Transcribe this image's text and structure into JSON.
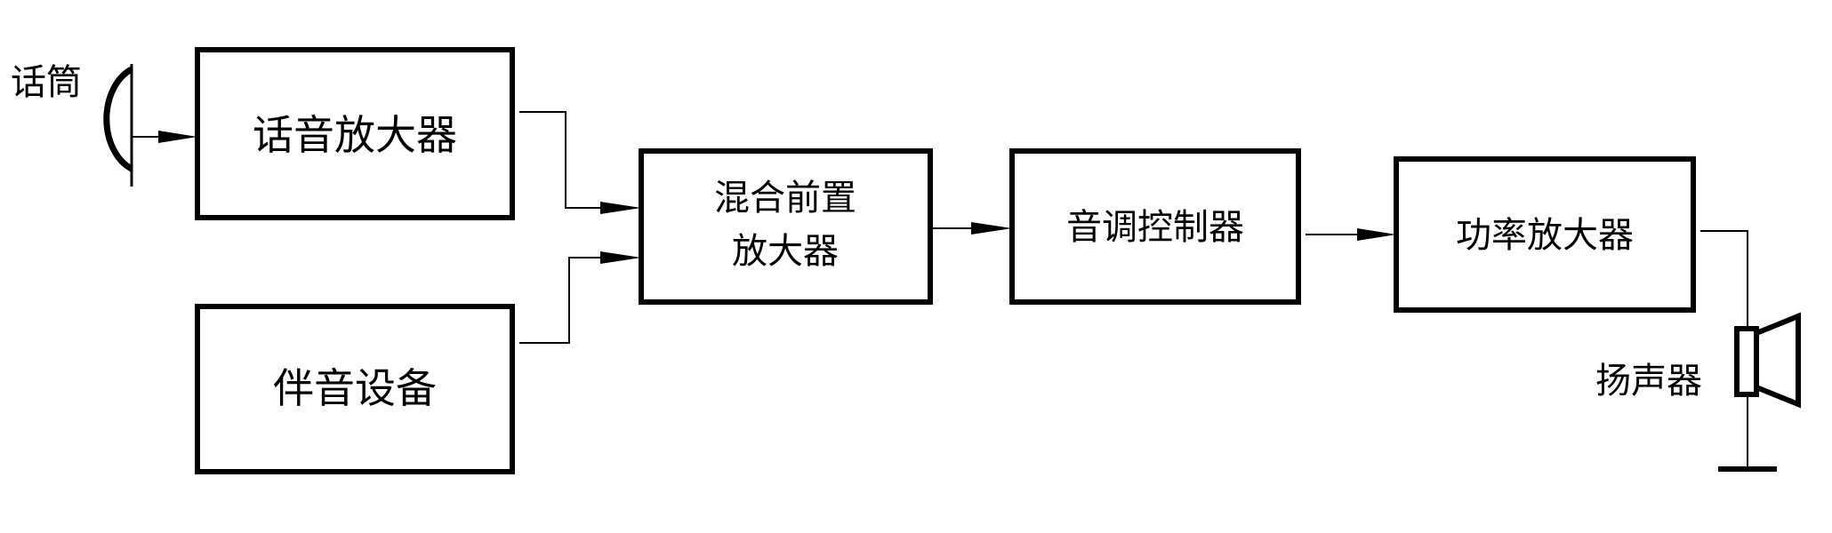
{
  "blocks": {
    "voice_amp": "话音放大器",
    "accompaniment": "伴音设备",
    "mixer_line1": "混合前置",
    "mixer_line2": "放大器",
    "tone_control": "音调控制器",
    "power_amp": "功率放大器"
  },
  "devices": {
    "microphone": "话筒",
    "speaker": "扬声器"
  }
}
